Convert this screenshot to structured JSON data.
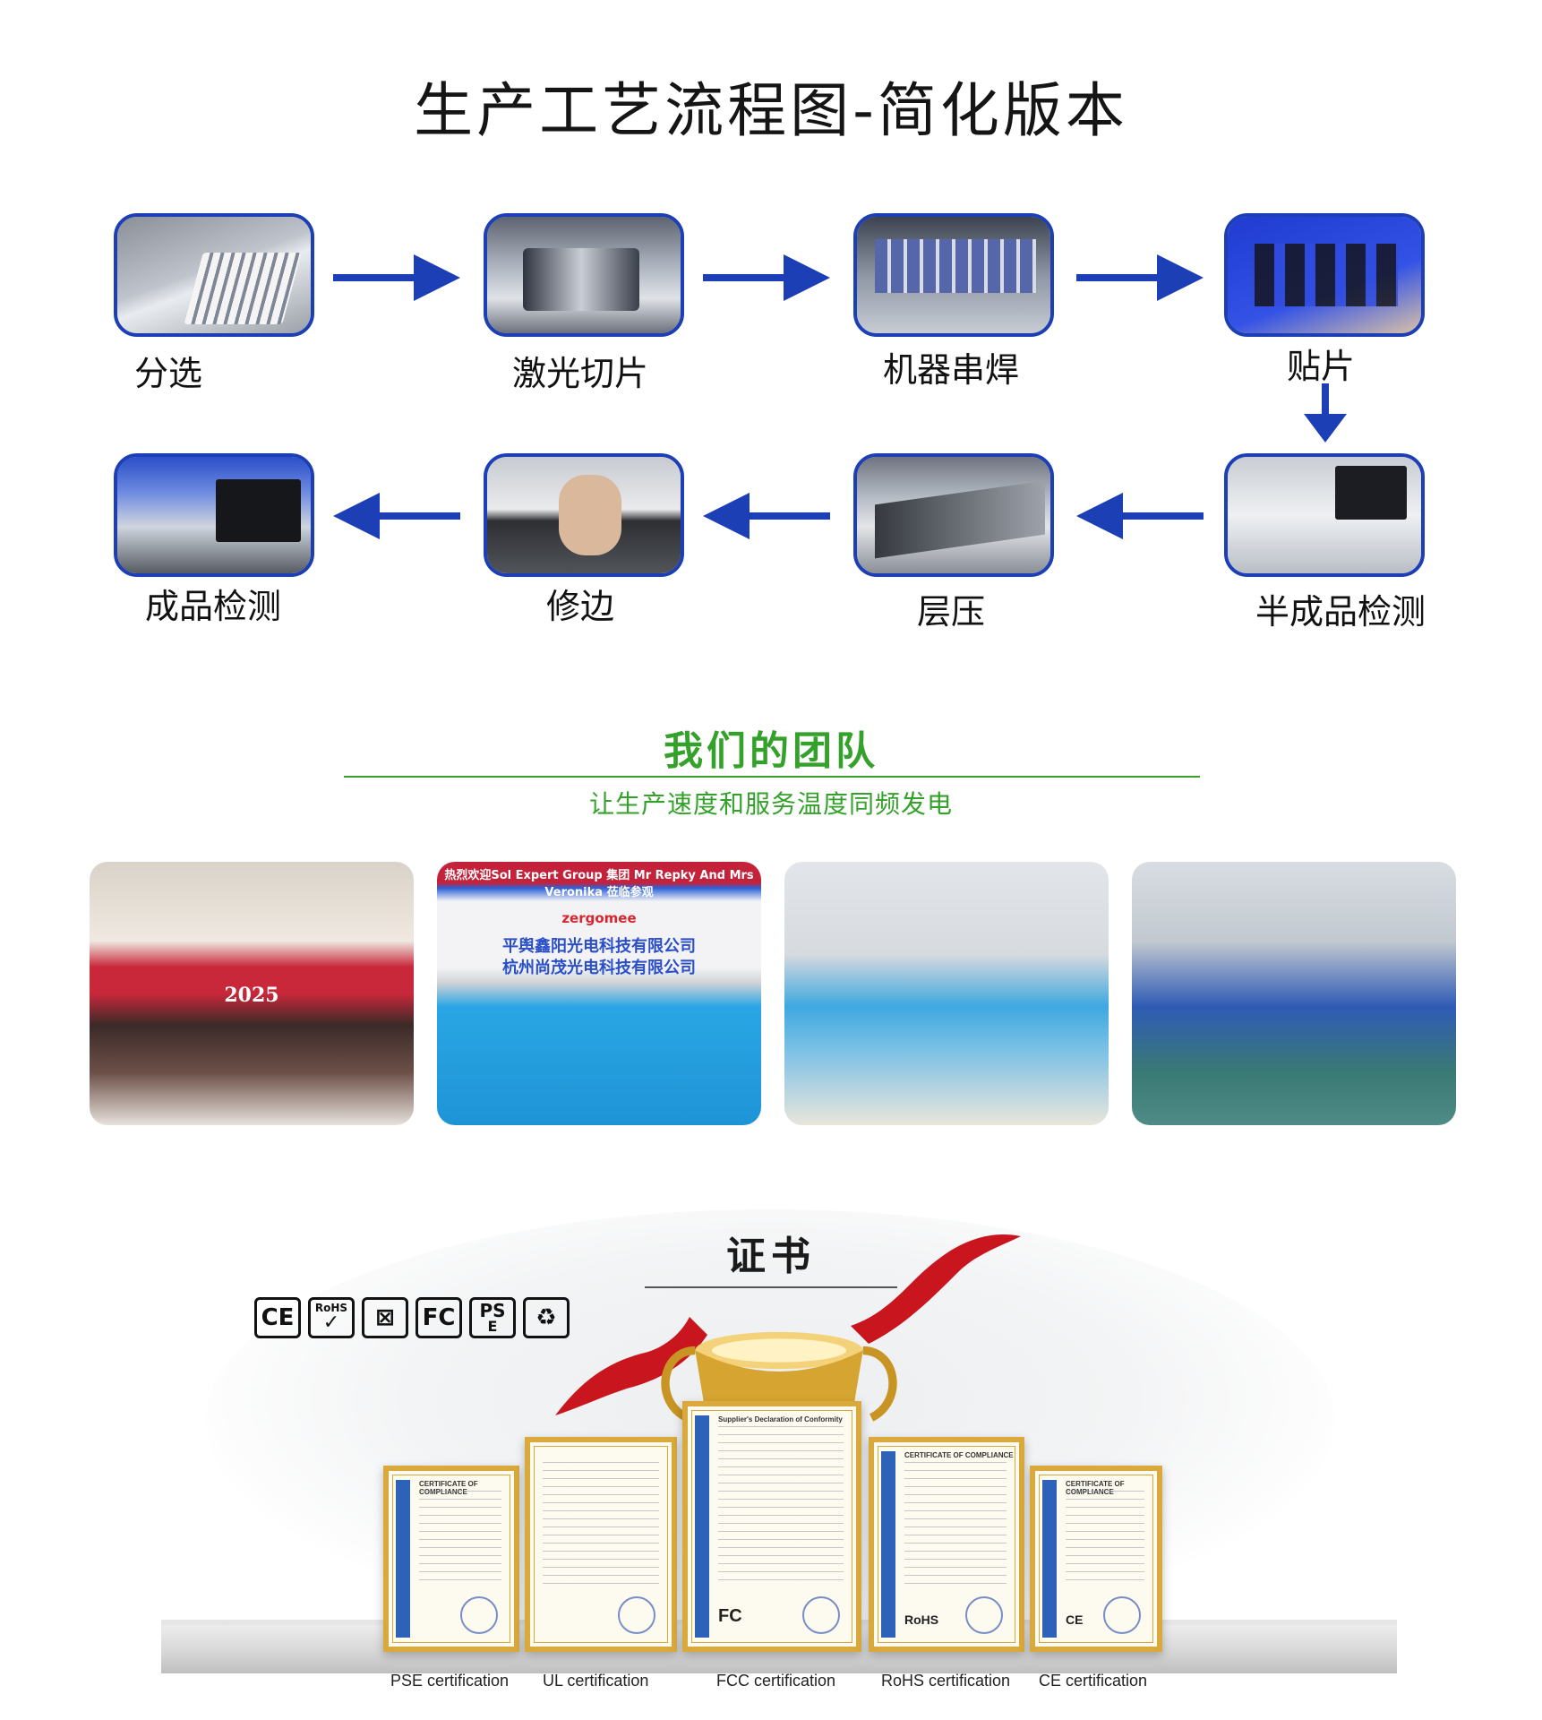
{
  "process": {
    "title": "生产工艺流程图-简化版本",
    "steps": [
      {
        "label": "分选",
        "icon": "sorting-photo"
      },
      {
        "label": "激光切片",
        "icon": "laser-cutting-photo"
      },
      {
        "label": "机器串焊",
        "icon": "string-welding-photo"
      },
      {
        "label": "贴片",
        "icon": "placement-photo"
      },
      {
        "label": "半成品检测",
        "icon": "semi-finished-inspection-photo"
      },
      {
        "label": "层压",
        "icon": "lamination-photo"
      },
      {
        "label": "修边",
        "icon": "trimming-photo"
      },
      {
        "label": "成品检测",
        "icon": "finished-inspection-photo"
      }
    ],
    "arrow_color": "#1c3fb6"
  },
  "team": {
    "title": "我们的团队",
    "subtitle": "让生产速度和服务温度同频发电",
    "color": "#33a12a",
    "photos": [
      {
        "icon": "team-event-photo",
        "banner_text": "2025"
      },
      {
        "icon": "team-group-photo",
        "banner_top": "热烈欢迎Sol Expert Group 集团 Mr Repky And Mrs Veronika 莅临参观",
        "brand": "zergomee",
        "company_1": "平舆鑫阳光电科技有限公司",
        "company_2": "杭州尚茂光电科技有限公司"
      },
      {
        "icon": "team-meeting-photo"
      },
      {
        "icon": "workshop-photo"
      }
    ]
  },
  "certificates": {
    "title": "证书",
    "logos": [
      {
        "icon": "ce-mark-icon",
        "text": "CE"
      },
      {
        "icon": "rohs-mark-icon",
        "text": "RoHS",
        "sub": "✓"
      },
      {
        "icon": "weee-bin-icon",
        "text": "⊠"
      },
      {
        "icon": "fcc-mark-icon",
        "text": "FC"
      },
      {
        "icon": "pse-mark-icon",
        "text": "PS",
        "sub": "E"
      },
      {
        "icon": "recycle-icon",
        "text": "♻"
      }
    ],
    "items": [
      {
        "caption": "PSE certification",
        "mark": ""
      },
      {
        "caption": "UL certification",
        "mark": ""
      },
      {
        "caption": "FCC certification",
        "mark": "FC"
      },
      {
        "caption": "RoHS certification",
        "mark": "RoHS"
      },
      {
        "caption": "CE certification",
        "mark": "CE"
      }
    ],
    "doc_heads": [
      "CERTIFICATE OF COMPLIANCE",
      "",
      "Supplier's Declaration of Conformity",
      "CERTIFICATE OF COMPLIANCE",
      "CERTIFICATE OF COMPLIANCE"
    ],
    "frame_color": "#d9a93c"
  }
}
